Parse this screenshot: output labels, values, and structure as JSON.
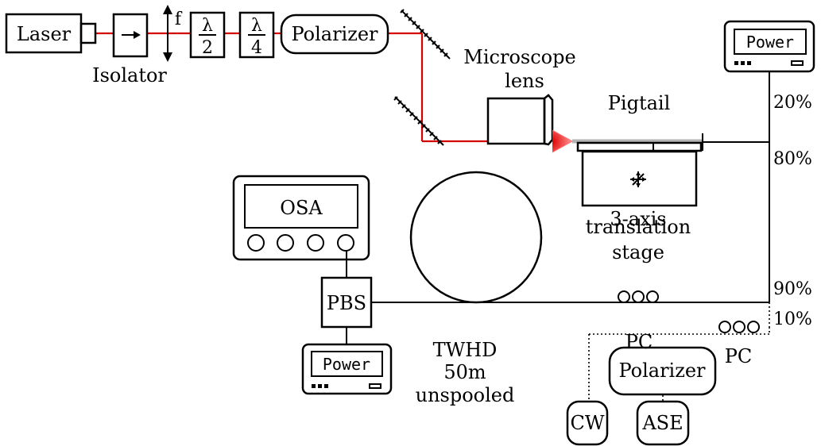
{
  "labels": {
    "laser": "Laser",
    "isolator": "Isolator",
    "focal": "f",
    "half_wave_num": "λ",
    "half_wave_den": "2",
    "quarter_wave_num": "λ",
    "quarter_wave_den": "4",
    "polarizer_top": "Polarizer",
    "microscope_line1": "Microscope",
    "microscope_line2": "lens",
    "pigtail": "Pigtail",
    "stage_line1": "3-axis",
    "stage_line2": "translation",
    "stage_line3": "stage",
    "split_20": "20%",
    "split_80": "80%",
    "split_90": "90%",
    "split_10": "10%",
    "power_top": "Power",
    "power_bottom": "Power",
    "osa": "OSA",
    "pbs": "PBS",
    "fiber_line1": "TWHD",
    "fiber_line2": "50m",
    "fiber_line3": "unspooled",
    "pc_main": "PC",
    "pc_side": "PC",
    "polarizer_bottom": "Polarizer",
    "cw": "CW",
    "ase": "ASE"
  },
  "colors": {
    "beam": "#d40000",
    "outline": "#000000",
    "fiber_pigtail": "#b3b3b3"
  }
}
